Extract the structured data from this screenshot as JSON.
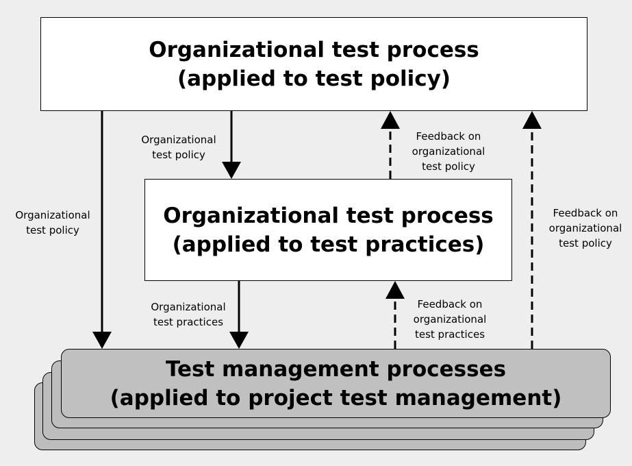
{
  "boxes": {
    "top": {
      "line1": "Organizational test process",
      "line2": "(applied to test policy)"
    },
    "middle": {
      "line1": "Organizational test process",
      "line2": "(applied to test practices)"
    },
    "bottom": {
      "line1": "Test management processes",
      "line2": "(applied to project test management)"
    }
  },
  "labels": {
    "policy_left": {
      "line1": "Organizational",
      "line2": "test policy"
    },
    "policy_mid": {
      "line1": "Organizational",
      "line2": "test policy"
    },
    "practices_mid": {
      "line1": "Organizational",
      "line2": "test practices"
    },
    "feedback_policy_mid": {
      "line1": "Feedback on",
      "line2": "organizational",
      "line3": "test policy"
    },
    "feedback_practices": {
      "line1": "Feedback on",
      "line2": "organizational",
      "line3": "test practices"
    },
    "feedback_policy_right": {
      "line1": "Feedback on",
      "line2": "organizational",
      "line3": "test policy"
    }
  }
}
